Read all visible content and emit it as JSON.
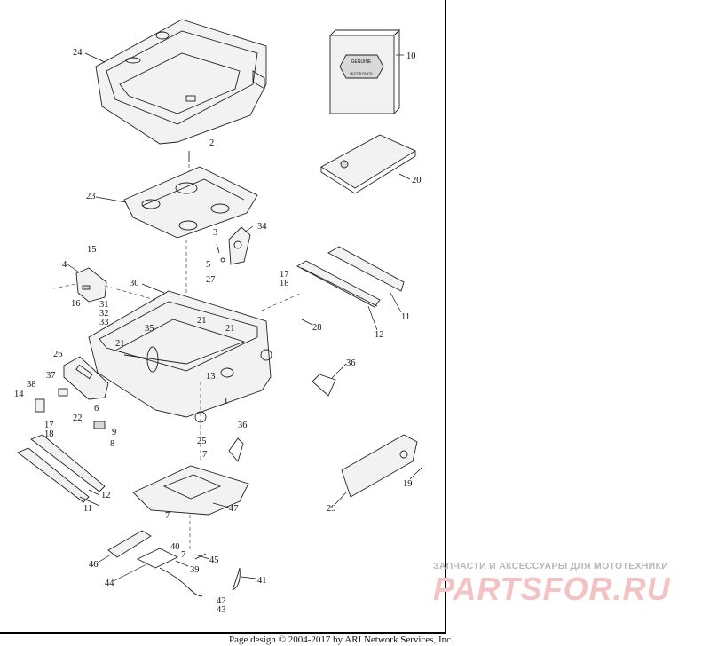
{
  "callouts": {
    "c1": "1",
    "c2": "2",
    "c3": "3",
    "c4": "4",
    "c5": "5",
    "c6": "6",
    "c7a": "7",
    "c7b": "7",
    "c7c": "7",
    "c8": "8",
    "c9": "9",
    "c10": "10",
    "c11a": "11",
    "c11b": "11",
    "c12a": "12",
    "c12b": "12",
    "c13": "13",
    "c14": "14",
    "c15": "15",
    "c16": "16",
    "c17a": "17",
    "c17b": "17",
    "c18a": "18",
    "c18b": "18",
    "c19": "19",
    "c20": "20",
    "c21a": "21",
    "c21b": "21",
    "c21c": "21",
    "c22": "22",
    "c23": "23",
    "c24": "24",
    "c25": "25",
    "c26": "26",
    "c27": "27",
    "c28": "28",
    "c29": "29",
    "c30": "30",
    "c31": "31",
    "c32": "32",
    "c33": "33",
    "c34": "34",
    "c35": "35",
    "c36a": "36",
    "c36b": "36",
    "c37": "37",
    "c38": "38",
    "c39": "39",
    "c40": "40",
    "c41": "41",
    "c42": "42",
    "c43": "43",
    "c44": "44",
    "c45": "45",
    "c46": "46",
    "c47": "47"
  },
  "manual_badge": "GENUINE",
  "manual_sub": "MOTOR PARTS",
  "footer": "Page design © 2004-2017 by ARI Network Services, Inc.",
  "watermark_tagline": "ЗАПЧАСТИ И АКСЕССУАРЫ ДЛЯ МОТОТЕХНИКИ",
  "watermark_logo": "PARTSFOR.RU",
  "colors": {
    "line": "#222222",
    "watermark": "#f3c2c2"
  }
}
